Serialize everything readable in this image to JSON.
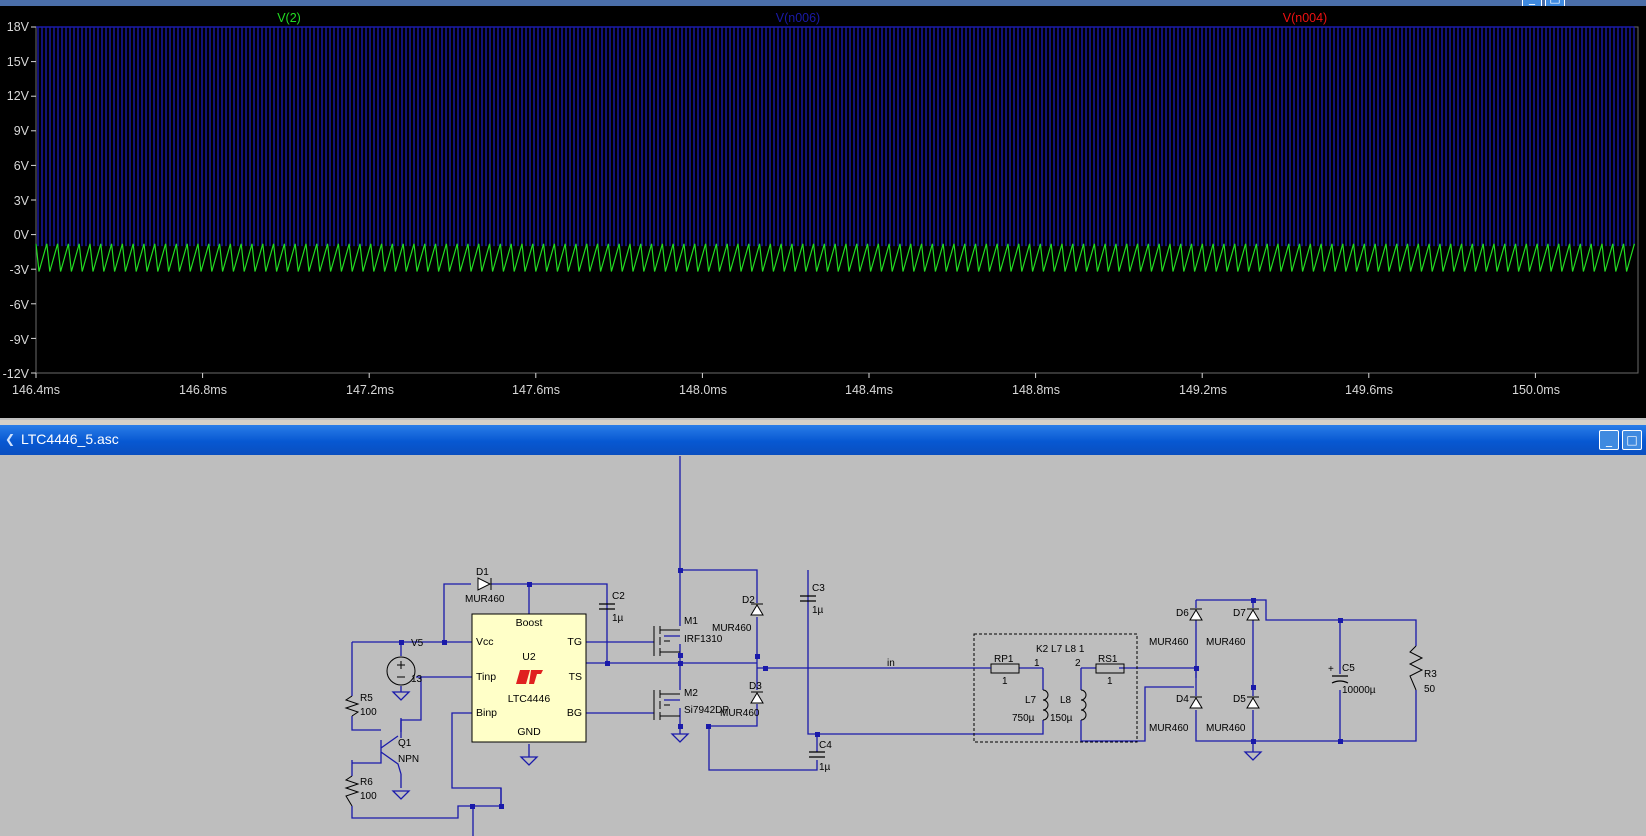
{
  "waveform": {
    "traces": [
      {
        "label": "V(2)",
        "color": "#22dd22"
      },
      {
        "label": "V(n006)",
        "color": "#1a1aa8"
      },
      {
        "label": "V(n004)",
        "color": "#ee1111"
      }
    ],
    "y_ticks": [
      "18V",
      "15V",
      "12V",
      "9V",
      "6V",
      "3V",
      "0V",
      "-3V",
      "-6V",
      "-9V",
      "-12V"
    ],
    "x_ticks": [
      "146.4ms",
      "146.8ms",
      "147.2ms",
      "147.6ms",
      "148.0ms",
      "148.4ms",
      "148.8ms",
      "149.2ms",
      "149.6ms",
      "150.0ms"
    ],
    "colors": {
      "background": "#000000",
      "axis_text": "#d8d8d8",
      "grid": "#3a3a3a"
    }
  },
  "schematic": {
    "window_title": "LTC4446_5.asc",
    "window_icon": "ltspice-schematic-icon",
    "colors": {
      "canvas": "#bebebe",
      "wire": "#1a1aaa",
      "ic_fill": "#ffffc8",
      "logo": "#e02020"
    },
    "ic": {
      "ref": "U2",
      "part": "LTC4446",
      "pins": {
        "boost": "Boost",
        "vcc": "Vcc",
        "tinp": "Tinp",
        "binp": "Binp",
        "tg": "TG",
        "ts": "TS",
        "bg": "BG",
        "gnd": "GND"
      }
    },
    "components": {
      "d1": {
        "ref": "D1",
        "value": "MUR460"
      },
      "c2": {
        "ref": "C2",
        "value": "1µ"
      },
      "v5": {
        "ref": "V5",
        "value": "13"
      },
      "r5": {
        "ref": "R5",
        "value": "100"
      },
      "r6": {
        "ref": "R6",
        "value": "100"
      },
      "q1": {
        "ref": "Q1",
        "value": "NPN"
      },
      "m1": {
        "ref": "M1",
        "value": "IRF1310"
      },
      "m2": {
        "ref": "M2",
        "value": "Si7942DP"
      },
      "d2": {
        "ref": "D2",
        "value": "MUR460"
      },
      "d3": {
        "ref": "D3",
        "value": "MUR460"
      },
      "c3": {
        "ref": "C3",
        "value": "1µ"
      },
      "c4": {
        "ref": "C4",
        "value": "1µ"
      },
      "net_in": "in",
      "k2": "K2 L7 L8 1",
      "rp1": {
        "ref": "RP1",
        "value": "1"
      },
      "rs1": {
        "ref": "RS1",
        "value": "1"
      },
      "l7": {
        "ref": "L7",
        "value": "750µ",
        "pin": "1"
      },
      "l8": {
        "ref": "L8",
        "value": "150µ",
        "pin": "2"
      },
      "d4": {
        "ref": "D4",
        "value": "MUR460"
      },
      "d5": {
        "ref": "D5",
        "value": "MUR460"
      },
      "d6": {
        "ref": "D6",
        "value": "MUR460"
      },
      "d7": {
        "ref": "D7",
        "value": "MUR460"
      },
      "c5": {
        "ref": "C5",
        "value": "10000µ"
      },
      "r3": {
        "ref": "R3",
        "value": "50"
      }
    }
  }
}
